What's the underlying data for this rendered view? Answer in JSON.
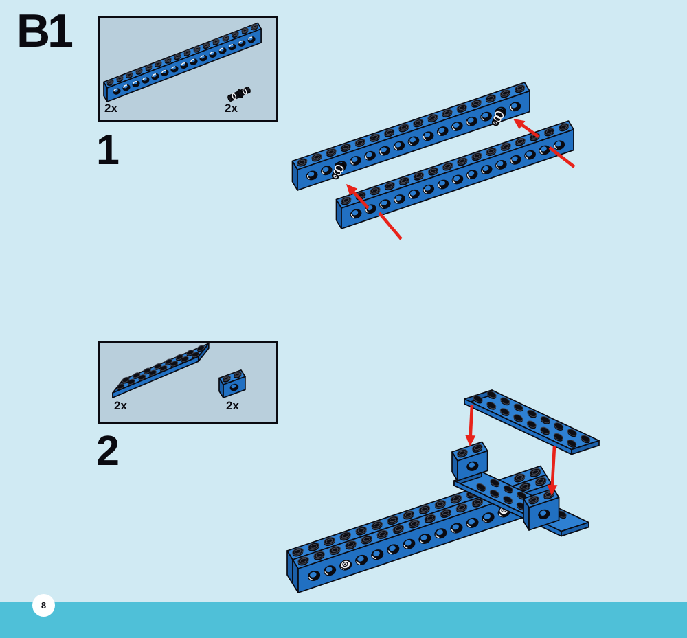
{
  "page": {
    "module_label": "B1",
    "page_number": "8",
    "colors": {
      "bg": "#d0eaf3",
      "bar": "#4fc0d8",
      "box_fill": "#b9cfdc",
      "box_border": "#0a0a10",
      "brick_front": "#2170c2",
      "brick_top": "#2e80d2",
      "brick_side": "#1b5fa8",
      "hole_inner": "#2a7ccf",
      "outline": "#0a0a10",
      "red": "#e8231a",
      "silver": "#f2f2f4",
      "text": "#0a0a10"
    }
  },
  "steps": [
    {
      "number": "1"
    },
    {
      "number": "2"
    }
  ],
  "parts_boxes": [
    {
      "items": [
        {
          "qty": "2x",
          "part": "technic-brick-1x16-blue"
        },
        {
          "qty": "2x",
          "part": "technic-pin-black"
        }
      ]
    },
    {
      "items": [
        {
          "qty": "2x",
          "part": "plate-2x8-blue"
        },
        {
          "qty": "2x",
          "part": "technic-brick-1x2-blue"
        }
      ]
    }
  ]
}
